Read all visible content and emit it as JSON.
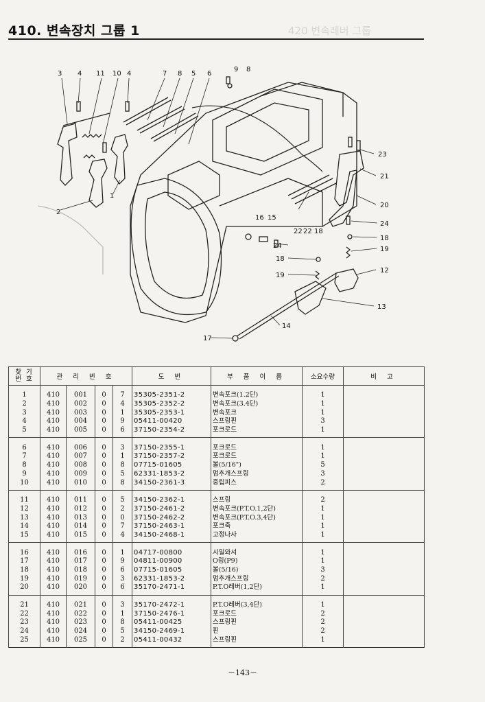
{
  "header": {
    "title": "410. 변속장치 그룹 1",
    "ghost_title": "420 변속레버 그룹"
  },
  "diagram": {
    "callouts": [
      "3",
      "4",
      "11",
      "10",
      "4",
      "7",
      "8",
      "5",
      "6",
      "9",
      "8",
      "23",
      "21",
      "20",
      "24",
      "18",
      "19",
      "12",
      "13",
      "16",
      "15",
      "22",
      "22",
      "18",
      "24",
      "18",
      "19",
      "14",
      "17",
      "2",
      "1"
    ]
  },
  "table": {
    "headers": {
      "find_no": "찾 기\n번 호",
      "mgmt_no": "관 리 번 호",
      "drawing_no": "도 번",
      "part_name": "부 품 이 름",
      "qty": "소요수량",
      "remarks": "비 고"
    },
    "rows": [
      {
        "no": "1",
        "g": "410",
        "s": "001",
        "a": "0",
        "b": "7",
        "pn": "35305-2351-2",
        "name": "변속포크(1.2단)",
        "qty": "1"
      },
      {
        "no": "2",
        "g": "410",
        "s": "002",
        "a": "0",
        "b": "4",
        "pn": "35305-2352-2",
        "name": "변속포크(3.4단)",
        "qty": "1"
      },
      {
        "no": "3",
        "g": "410",
        "s": "003",
        "a": "0",
        "b": "1",
        "pn": "35305-2353-1",
        "name": "변속포크",
        "qty": "1"
      },
      {
        "no": "4",
        "g": "410",
        "s": "004",
        "a": "0",
        "b": "9",
        "pn": "05411-00420",
        "name": "스프링핀",
        "qty": "3"
      },
      {
        "no": "5",
        "g": "410",
        "s": "005",
        "a": "0",
        "b": "6",
        "pn": "37150-2354-2",
        "name": "포크로드",
        "qty": "1"
      },
      {
        "no": "6",
        "g": "410",
        "s": "006",
        "a": "0",
        "b": "3",
        "pn": "37150-2355-1",
        "name": "포크로드",
        "qty": "1"
      },
      {
        "no": "7",
        "g": "410",
        "s": "007",
        "a": "0",
        "b": "1",
        "pn": "37150-2357-2",
        "name": "포크로드",
        "qty": "1"
      },
      {
        "no": "8",
        "g": "410",
        "s": "008",
        "a": "0",
        "b": "8",
        "pn": "07715-01605",
        "name": "볼(5/16\")",
        "qty": "5"
      },
      {
        "no": "9",
        "g": "410",
        "s": "009",
        "a": "0",
        "b": "5",
        "pn": "62331-1853-2",
        "name": "멈추개스프링",
        "qty": "3"
      },
      {
        "no": "10",
        "g": "410",
        "s": "010",
        "a": "0",
        "b": "8",
        "pn": "34150-2361-3",
        "name": "중립피스",
        "qty": "2"
      },
      {
        "no": "11",
        "g": "410",
        "s": "011",
        "a": "0",
        "b": "5",
        "pn": "34150-2362-1",
        "name": "스프링",
        "qty": "2"
      },
      {
        "no": "12",
        "g": "410",
        "s": "012",
        "a": "0",
        "b": "2",
        "pn": "37150-2461-2",
        "name": "변속포크(P.T.O.1,2단)",
        "qty": "1"
      },
      {
        "no": "13",
        "g": "410",
        "s": "013",
        "a": "0",
        "b": "0",
        "pn": "37150-2462-2",
        "name": "변속포크(P.T.O.3,4단)",
        "qty": "1"
      },
      {
        "no": "14",
        "g": "410",
        "s": "014",
        "a": "0",
        "b": "7",
        "pn": "37150-2463-1",
        "name": "포크축",
        "qty": "1"
      },
      {
        "no": "15",
        "g": "410",
        "s": "015",
        "a": "0",
        "b": "4",
        "pn": "34150-2468-1",
        "name": "고정나사",
        "qty": "1"
      },
      {
        "no": "16",
        "g": "410",
        "s": "016",
        "a": "0",
        "b": "1",
        "pn": "04717-00800",
        "name": "시일와셔",
        "qty": "1"
      },
      {
        "no": "17",
        "g": "410",
        "s": "017",
        "a": "0",
        "b": "9",
        "pn": "04811-00900",
        "name": "O링(P9)",
        "qty": "1"
      },
      {
        "no": "18",
        "g": "410",
        "s": "018",
        "a": "0",
        "b": "6",
        "pn": "07715-01605",
        "name": "볼(5/16)",
        "qty": "3"
      },
      {
        "no": "19",
        "g": "410",
        "s": "019",
        "a": "0",
        "b": "3",
        "pn": "62331-1853-2",
        "name": "멈추개스프링",
        "qty": "2"
      },
      {
        "no": "20",
        "g": "410",
        "s": "020",
        "a": "0",
        "b": "6",
        "pn": "35170-2471-1",
        "name": "P.T.O레버(1,2단)",
        "qty": "1"
      },
      {
        "no": "21",
        "g": "410",
        "s": "021",
        "a": "0",
        "b": "3",
        "pn": "35170-2472-1",
        "name": "P.T.O레버(3,4단)",
        "qty": "1"
      },
      {
        "no": "22",
        "g": "410",
        "s": "022",
        "a": "0",
        "b": "1",
        "pn": "37150-2476-1",
        "name": "포크로드",
        "qty": "2"
      },
      {
        "no": "23",
        "g": "410",
        "s": "023",
        "a": "0",
        "b": "8",
        "pn": "05411-00425",
        "name": "스프링핀",
        "qty": "2"
      },
      {
        "no": "24",
        "g": "410",
        "s": "024",
        "a": "0",
        "b": "5",
        "pn": "34150-2469-1",
        "name": "핀",
        "qty": "2"
      },
      {
        "no": "25",
        "g": "410",
        "s": "025",
        "a": "0",
        "b": "2",
        "pn": "05411-00432",
        "name": "스프링핀",
        "qty": "1"
      }
    ]
  },
  "footer": {
    "page_number": "－143－"
  }
}
